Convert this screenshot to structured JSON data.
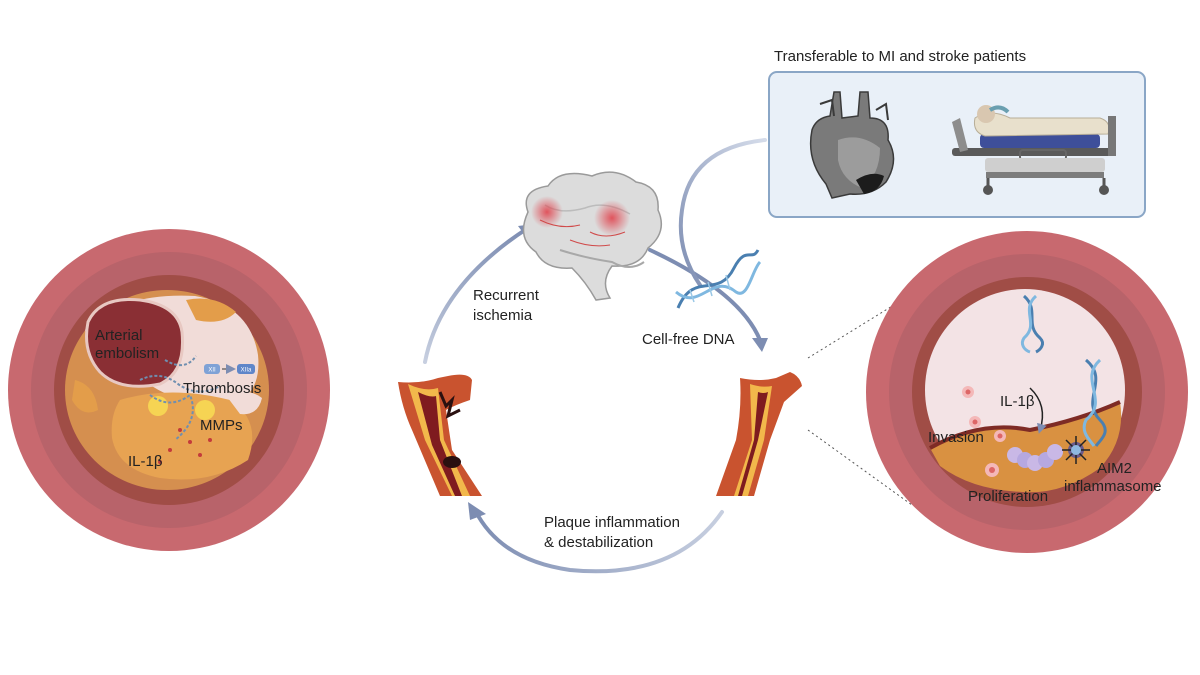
{
  "title": "Transferable to MI and stroke patients",
  "left_panel": {
    "arterial_line1": "Arterial",
    "arterial_line2": "embolism",
    "thrombosis": "Thrombosis",
    "mmps": "MMPs",
    "il1b": "IL-1β",
    "factor_from": "XII",
    "factor_to": "XIIa"
  },
  "cycle": {
    "recurrent_line1": "Recurrent",
    "recurrent_line2": "ischemia",
    "cfdna": "Cell-free DNA",
    "plaque_line1": "Plaque inflammation",
    "plaque_line2": "& destabilization"
  },
  "right_panel": {
    "il1b": "IL-1β",
    "invasion": "Invasion",
    "aim2_line1": "AIM2",
    "aim2_line2": "inflammasome",
    "proliferation": "Proliferation"
  },
  "colors": {
    "vessel_outer": "#c8696f",
    "vessel_inner": "#b55a61",
    "plaque": "#d99141",
    "arrow": "#8a98b8",
    "panel_fill": "#e9f0f8",
    "panel_stroke": "#8aa6c6"
  },
  "icons": [
    "heart-icon",
    "hospital-bed-icon",
    "brain-icon",
    "dna-icon",
    "artery-icon",
    "inflammasome-icon"
  ]
}
